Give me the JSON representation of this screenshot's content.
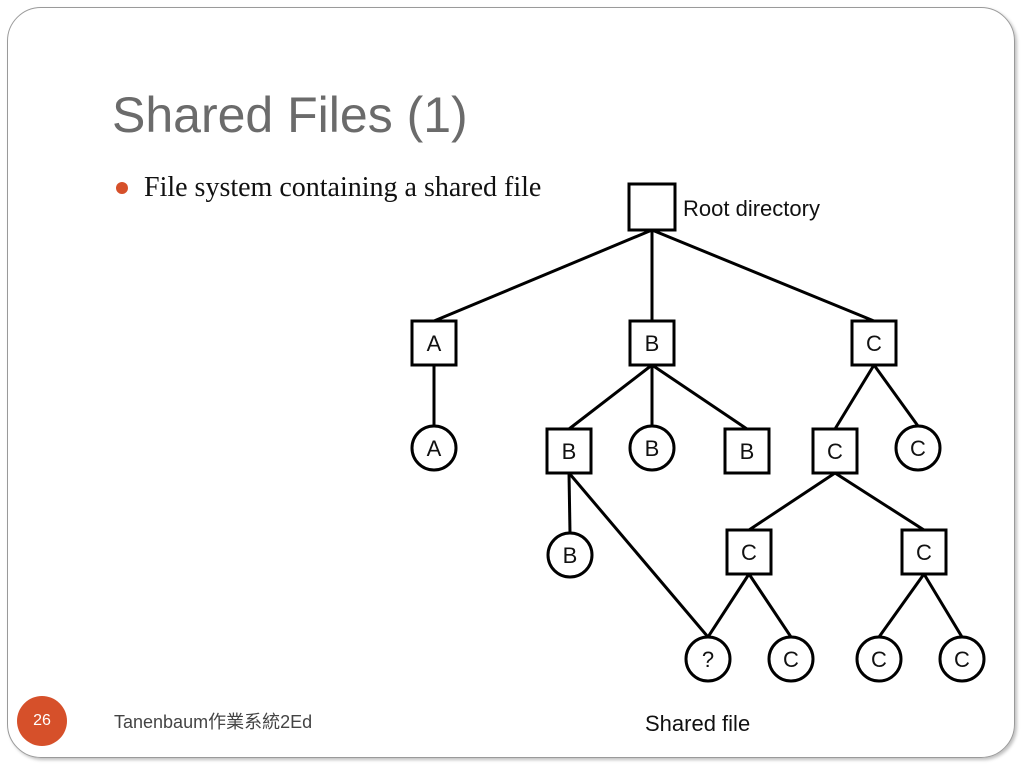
{
  "slide": {
    "title": "Shared Files (1)",
    "bullet": "File system containing a shared file",
    "page_number": "26",
    "footer": "Tanenbaum作業系統2Ed",
    "accent_color": "#d6502a"
  },
  "diagram": {
    "labels": {
      "root": "Root directory",
      "shared": "Shared file"
    },
    "nodes": [
      {
        "id": "root",
        "shape": "square",
        "label": ""
      },
      {
        "id": "dirA",
        "shape": "square",
        "label": "A"
      },
      {
        "id": "dirB",
        "shape": "square",
        "label": "B"
      },
      {
        "id": "dirC",
        "shape": "square",
        "label": "C"
      },
      {
        "id": "fileA",
        "shape": "circle",
        "label": "A"
      },
      {
        "id": "dirB2",
        "shape": "square",
        "label": "B"
      },
      {
        "id": "fileB1",
        "shape": "circle",
        "label": "B"
      },
      {
        "id": "dirB3",
        "shape": "square",
        "label": "B"
      },
      {
        "id": "dirC2",
        "shape": "square",
        "label": "C"
      },
      {
        "id": "fileC1",
        "shape": "circle",
        "label": "C"
      },
      {
        "id": "fileB2",
        "shape": "circle",
        "label": "B"
      },
      {
        "id": "dirC3",
        "shape": "square",
        "label": "C"
      },
      {
        "id": "dirC4",
        "shape": "square",
        "label": "C"
      },
      {
        "id": "shared",
        "shape": "circle",
        "label": "?"
      },
      {
        "id": "fileC2",
        "shape": "circle",
        "label": "C"
      },
      {
        "id": "fileC3",
        "shape": "circle",
        "label": "C"
      },
      {
        "id": "fileC4",
        "shape": "circle",
        "label": "C"
      }
    ],
    "edges": [
      [
        "root",
        "dirA"
      ],
      [
        "root",
        "dirB"
      ],
      [
        "root",
        "dirC"
      ],
      [
        "dirA",
        "fileA"
      ],
      [
        "dirB",
        "dirB2"
      ],
      [
        "dirB",
        "fileB1"
      ],
      [
        "dirB",
        "dirB3"
      ],
      [
        "dirC",
        "dirC2"
      ],
      [
        "dirC",
        "fileC1"
      ],
      [
        "dirB2",
        "fileB2"
      ],
      [
        "dirB2",
        "shared"
      ],
      [
        "dirC2",
        "dirC3"
      ],
      [
        "dirC2",
        "dirC4"
      ],
      [
        "dirC3",
        "shared"
      ],
      [
        "dirC3",
        "fileC2"
      ],
      [
        "dirC4",
        "fileC3"
      ],
      [
        "dirC4",
        "fileC4"
      ]
    ]
  }
}
